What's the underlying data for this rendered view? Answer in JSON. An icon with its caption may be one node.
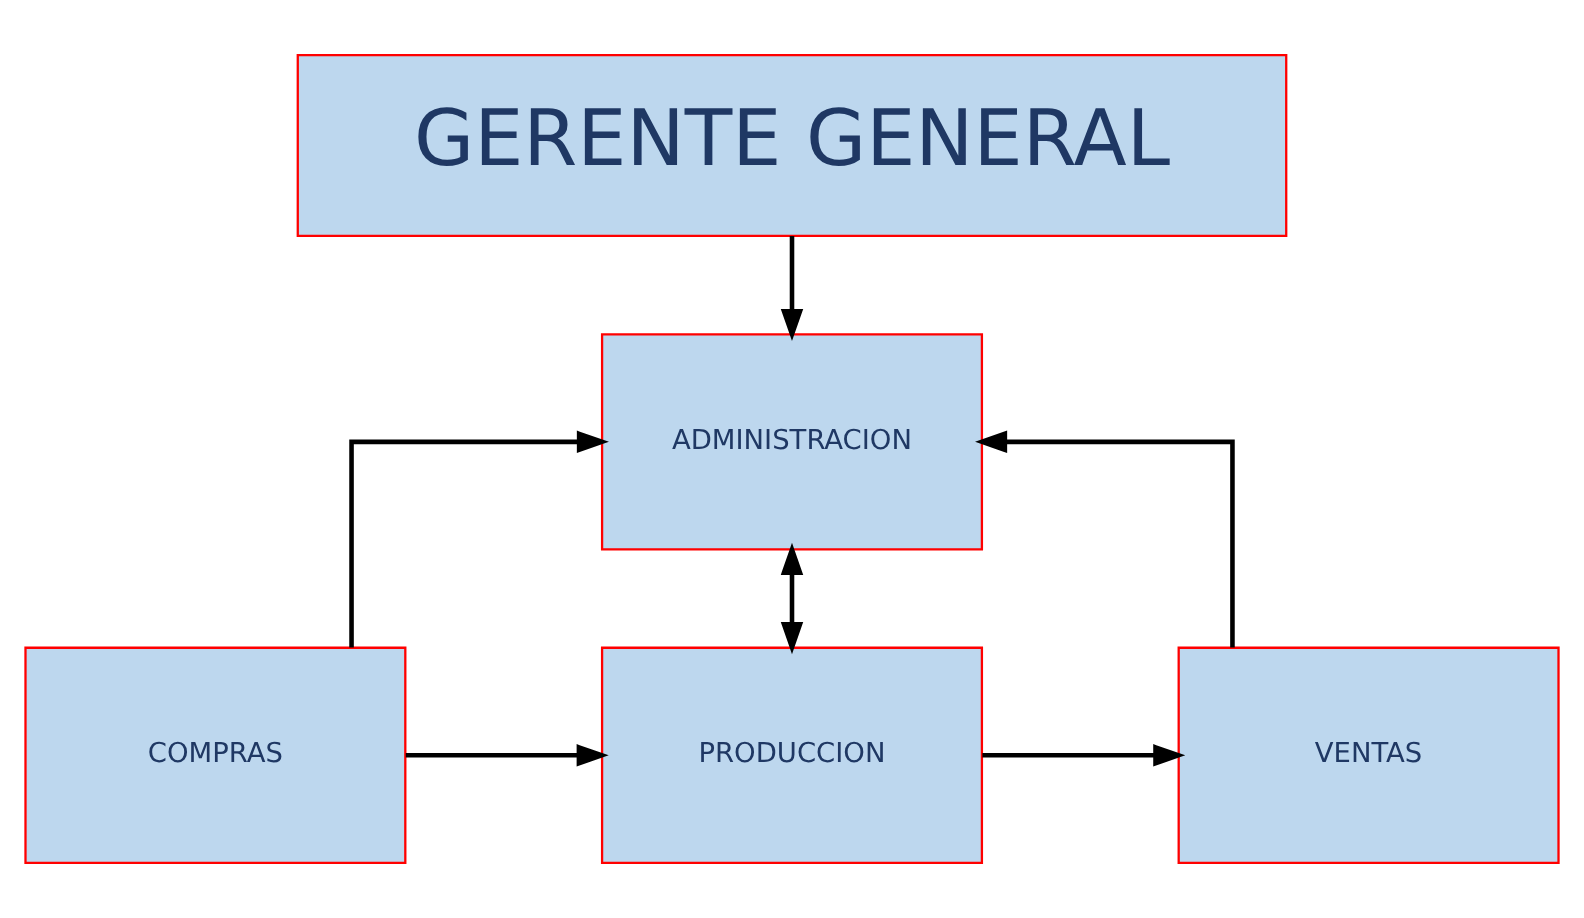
{
  "diagram": {
    "nodes": [
      {
        "text": [
          "GERENTE GENERAL"
        ]
      },
      {
        "text": [
          "ADMINISTRACION"
        ]
      },
      {
        "text": [
          "COMPRAS"
        ]
      },
      {
        "text": [
          "PRODUCCION"
        ]
      },
      {
        "text": [
          "VENTAS"
        ]
      }
    ],
    "edges": [
      {
        "from": 0,
        "to": 1,
        "arrow": "to"
      },
      {
        "from": 1,
        "to": 3,
        "arrow": "both"
      },
      {
        "from": 2,
        "to": 1,
        "arrow": "to"
      },
      {
        "from": 4,
        "to": 1,
        "arrow": "to"
      },
      {
        "from": 2,
        "to": 3,
        "arrow": "to"
      },
      {
        "from": 3,
        "to": 4,
        "arrow": "to"
      }
    ]
  }
}
